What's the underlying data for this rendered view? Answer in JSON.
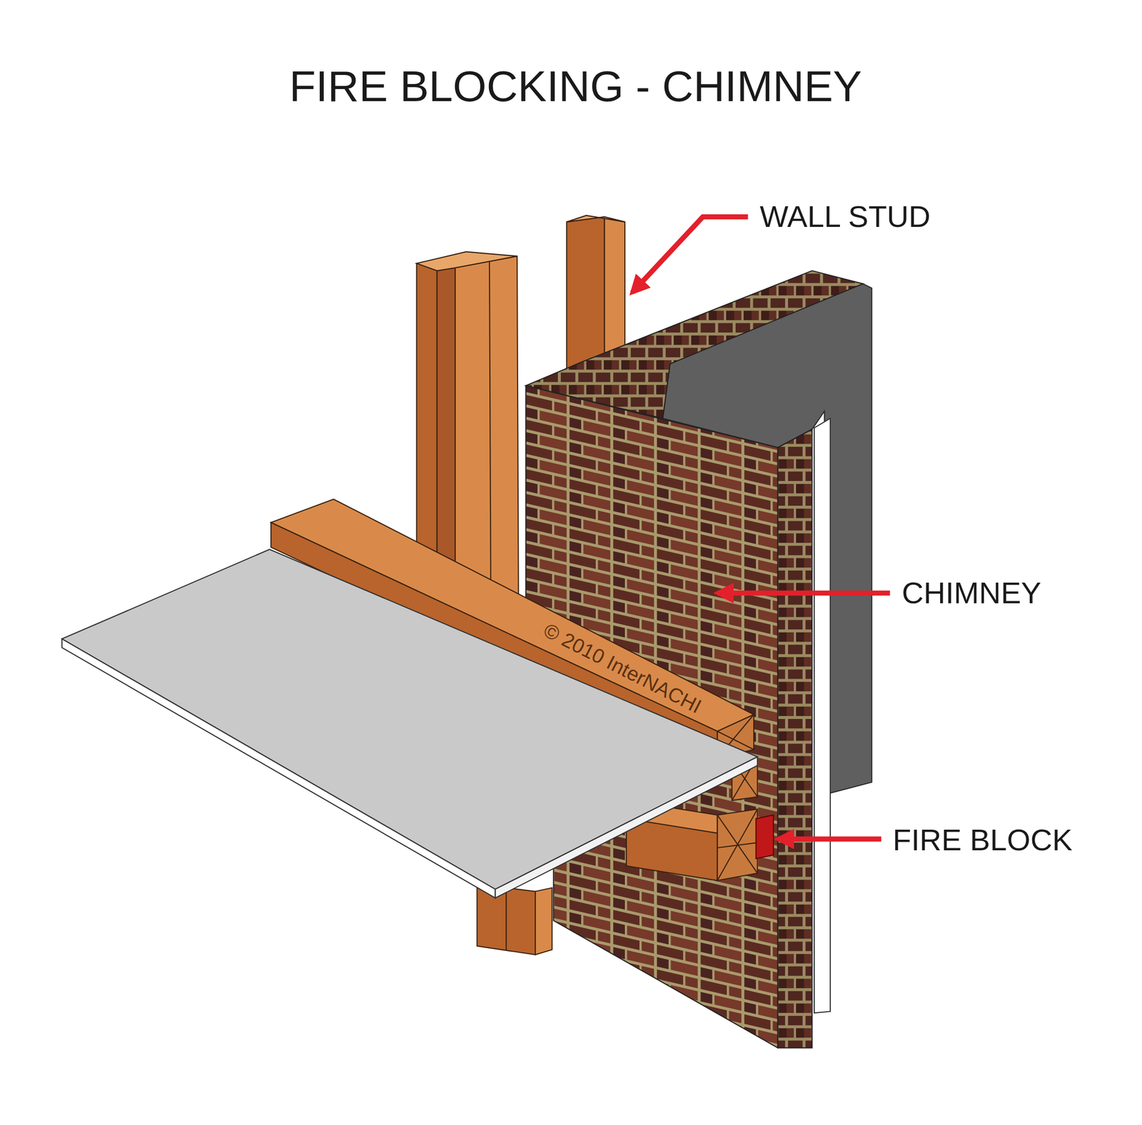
{
  "diagram": {
    "title": "FIRE BLOCKING - CHIMNEY",
    "labels": [
      "WALL STUD",
      "CHIMNEY",
      "FIRE BLOCK",
      "© 2010 InterNACHI"
    ]
  }
}
